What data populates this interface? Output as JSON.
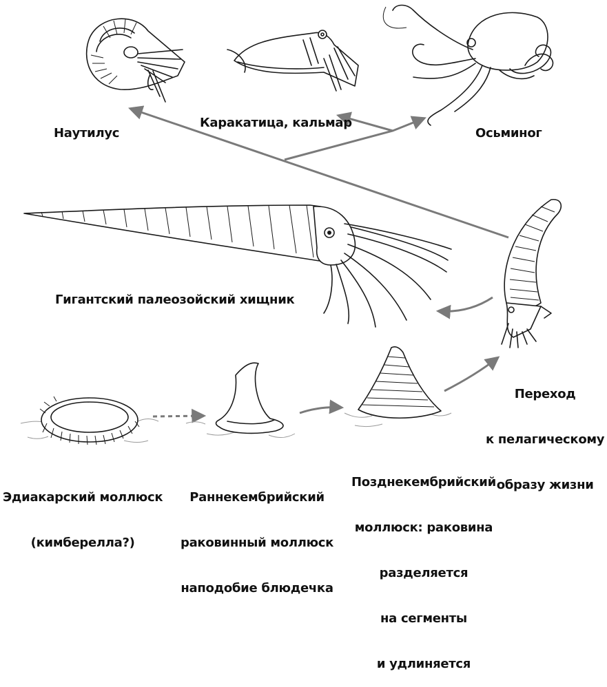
{
  "labels": {
    "nautilus": "Наутилус",
    "cuttlefish": "Каракатица, кальмар",
    "octopus": "Осьминог",
    "giant": "Гигантский палеозойский хищник",
    "pelagic": [
      "Переход",
      "к пелагическому",
      "образу жизни"
    ],
    "ediacaran": [
      "Эдиакарский моллюск",
      "(кимберелла?)"
    ],
    "early_cambrian": [
      "Раннекембрийский",
      "раковинный моллюск",
      "наподобие блюдечка"
    ],
    "late_cambrian": [
      "Позднекембрийский",
      "моллюск: раковина",
      "разделяется",
      "на сегменты",
      "и удлиняется"
    ]
  },
  "colors": {
    "arrow": "#7a7a7a",
    "ink": "#1a1a1a",
    "ground": "#9a9a9a"
  },
  "icons": [
    "nautilus-icon",
    "cuttlefish-icon",
    "octopus-icon",
    "orthocone-icon",
    "pelagic-cephalopod-icon",
    "kimberella-icon",
    "limpet-shell-icon",
    "cone-shell-icon"
  ]
}
